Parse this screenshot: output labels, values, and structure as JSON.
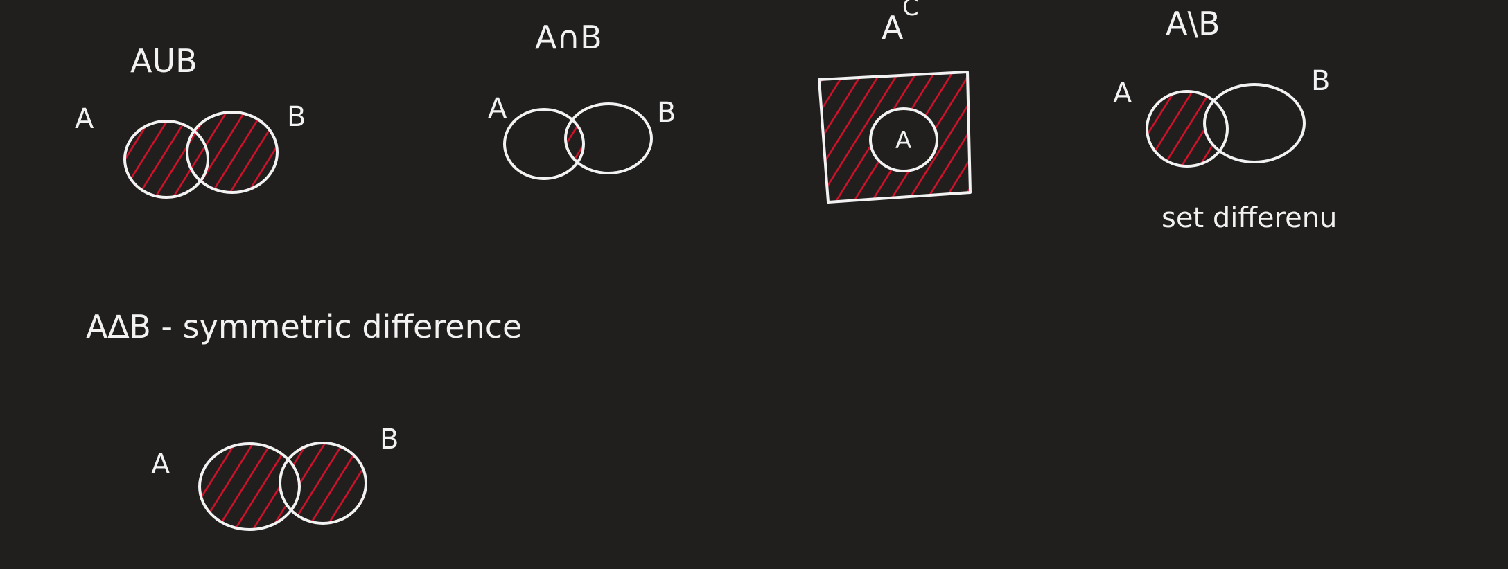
{
  "colors": {
    "background": "#201f1e",
    "ink": "#f2f2f2",
    "shade": "#d3112a"
  },
  "diagrams": {
    "union": {
      "title": "AUB",
      "set_a": "A",
      "set_b": "B"
    },
    "intersection": {
      "title": "A∩B",
      "set_a": "A",
      "set_b": "B"
    },
    "complement": {
      "title_base": "A",
      "title_sup": "C",
      "set_a": "A"
    },
    "difference": {
      "title": "A\\B",
      "set_a": "A",
      "set_b": "B",
      "note": "set differenu"
    },
    "symmetric": {
      "title": "A∆B - symmetric difference",
      "set_a": "A",
      "set_b": "B"
    }
  }
}
